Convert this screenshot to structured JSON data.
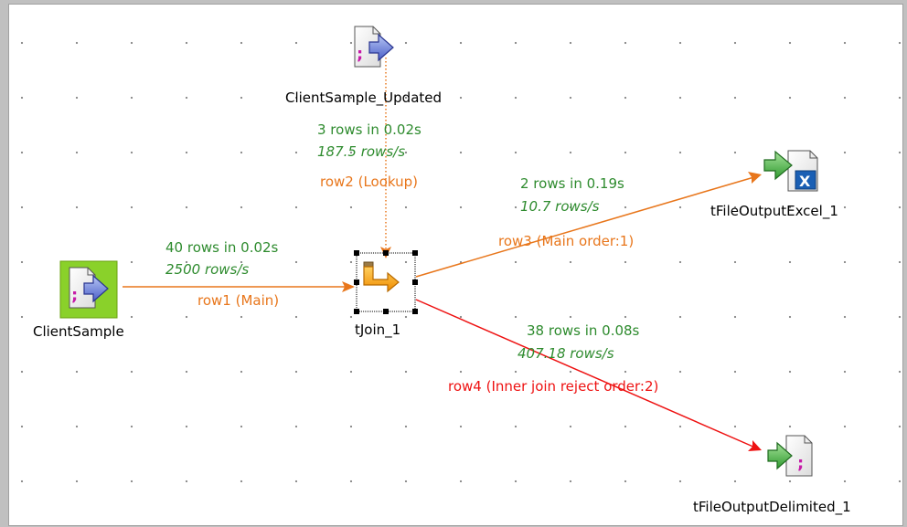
{
  "components": {
    "client_sample": "ClientSample",
    "client_sample_updated": "ClientSample_Updated",
    "tjoin": "tJoin_1",
    "excel": "tFileOutputExcel_1",
    "delimited": "tFileOutputDelimited_1"
  },
  "links": {
    "row1": {
      "label": "row1 (Main)",
      "stats": "40 rows in 0.02s",
      "rate": "2500 rows/s"
    },
    "row2": {
      "label": "row2 (Lookup)",
      "stats": "3 rows in 0.02s",
      "rate": "187.5 rows/s"
    },
    "row3": {
      "label": "row3 (Main order:1)",
      "stats": "2 rows in 0.19s",
      "rate": "10.7 rows/s"
    },
    "row4": {
      "label": "row4 (Inner join reject order:2)",
      "stats": "38 rows in 0.08s",
      "rate": "407.18 rows/s"
    }
  },
  "colors": {
    "main_link": "#e8761b",
    "reject_link": "#ee1111",
    "stats_text": "#2e8b2e"
  },
  "icons": {
    "client_sample": "file-input-delimited-icon",
    "client_sample_updated": "file-input-delimited-icon",
    "tjoin": "join-icon",
    "excel": "excel-output-icon",
    "delimited": "file-output-delimited-icon"
  }
}
